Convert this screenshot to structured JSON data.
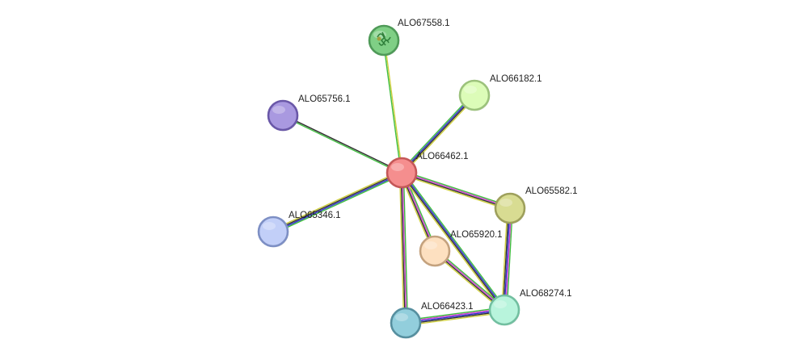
{
  "network": {
    "nodes": [
      {
        "id": "ALO66462.1",
        "label": "ALO66462.1",
        "color": "#f58e8e",
        "stroke": "#c45858"
      },
      {
        "id": "ALO67558.1",
        "label": "ALO67558.1",
        "color": "#7fcf85",
        "stroke": "#4f9a58",
        "has_structure": true
      },
      {
        "id": "ALO66182.1",
        "label": "ALO66182.1",
        "color": "#dcfcb8",
        "stroke": "#9cc27c"
      },
      {
        "id": "ALO65756.1",
        "label": "ALO65756.1",
        "color": "#a999e0",
        "stroke": "#6a58a8"
      },
      {
        "id": "ALO65582.1",
        "label": "ALO65582.1",
        "color": "#d8dc92",
        "stroke": "#9ea05c"
      },
      {
        "id": "ALO65346.1",
        "label": "ALO65346.1",
        "color": "#c2cff8",
        "stroke": "#7d8fc4"
      },
      {
        "id": "ALO65920.1",
        "label": "ALO65920.1",
        "color": "#fde0c0",
        "stroke": "#c4a27e"
      },
      {
        "id": "ALO68274.1",
        "label": "ALO68274.1",
        "color": "#b8f4dc",
        "stroke": "#72bfa0"
      },
      {
        "id": "ALO66423.1",
        "label": "ALO66423.1",
        "color": "#92cedc",
        "stroke": "#568f9f"
      }
    ],
    "edges": [
      {
        "source": "ALO66462.1",
        "target": "ALO67558.1",
        "colors": [
          "#3fbe3f",
          "#d0d040"
        ]
      },
      {
        "source": "ALO66462.1",
        "target": "ALO66182.1",
        "colors": [
          "#3fbe3f",
          "#3030d0",
          "#303030",
          "#d0d040"
        ]
      },
      {
        "source": "ALO66462.1",
        "target": "ALO65756.1",
        "colors": [
          "#3fbe3f",
          "#303030"
        ]
      },
      {
        "source": "ALO66462.1",
        "target": "ALO65582.1",
        "colors": [
          "#3fbe3f",
          "#d040d0",
          "#303030",
          "#d0d040"
        ]
      },
      {
        "source": "ALO66462.1",
        "target": "ALO65346.1",
        "colors": [
          "#3fbe3f",
          "#3030d0",
          "#303030",
          "#d0d040"
        ]
      },
      {
        "source": "ALO66462.1",
        "target": "ALO65920.1",
        "colors": [
          "#3fbe3f",
          "#d040d0",
          "#303030",
          "#d0d040"
        ]
      },
      {
        "source": "ALO66462.1",
        "target": "ALO68274.1",
        "colors": [
          "#3fbe3f",
          "#3030d0",
          "#303030",
          "#d0d040"
        ]
      },
      {
        "source": "ALO66462.1",
        "target": "ALO66423.1",
        "colors": [
          "#3fbe3f",
          "#d040d0",
          "#303030",
          "#d0d040"
        ]
      },
      {
        "source": "ALO65582.1",
        "target": "ALO68274.1",
        "colors": [
          "#3fbe3f",
          "#d040d0",
          "#3030d0",
          "#303030",
          "#d0d040"
        ]
      },
      {
        "source": "ALO65920.1",
        "target": "ALO68274.1",
        "colors": [
          "#3fbe3f",
          "#d040d0",
          "#303030",
          "#d0d040"
        ]
      },
      {
        "source": "ALO66423.1",
        "target": "ALO68274.1",
        "colors": [
          "#3fbe3f",
          "#d040d0",
          "#3030d0",
          "#303030",
          "#d0d040"
        ]
      }
    ]
  }
}
